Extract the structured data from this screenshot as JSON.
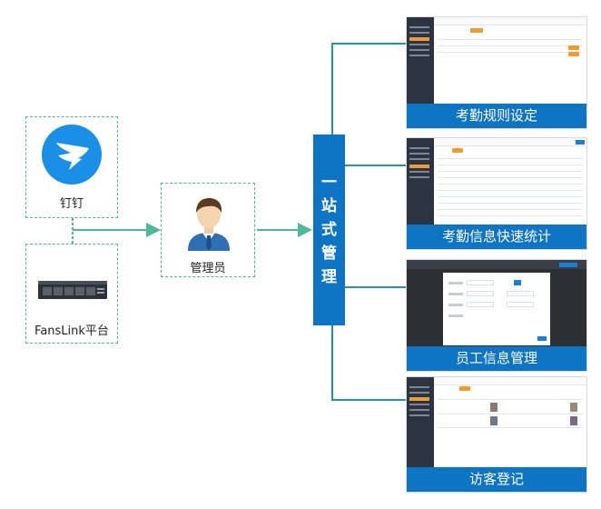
{
  "sources": {
    "dingtalk": {
      "label": "钉钉",
      "icon": "dingtalk-logo-icon"
    },
    "fanslink": {
      "label": "FansLink平台",
      "icon": "server-icon"
    }
  },
  "admin": {
    "label": "管理员",
    "icon": "administrator-avatar-icon"
  },
  "central": {
    "chars": [
      "一",
      "站",
      "式",
      "管",
      "理"
    ]
  },
  "panels": [
    {
      "caption": "考勤规则设定"
    },
    {
      "caption": "考勤信息快速统计"
    },
    {
      "caption": "员工信息管理"
    },
    {
      "caption": "访客登记"
    }
  ],
  "colors": {
    "central": "#0e74c4",
    "connector": "#4cb89a",
    "dashed_border": "#4cb89a",
    "accent": "#f39a2c"
  }
}
